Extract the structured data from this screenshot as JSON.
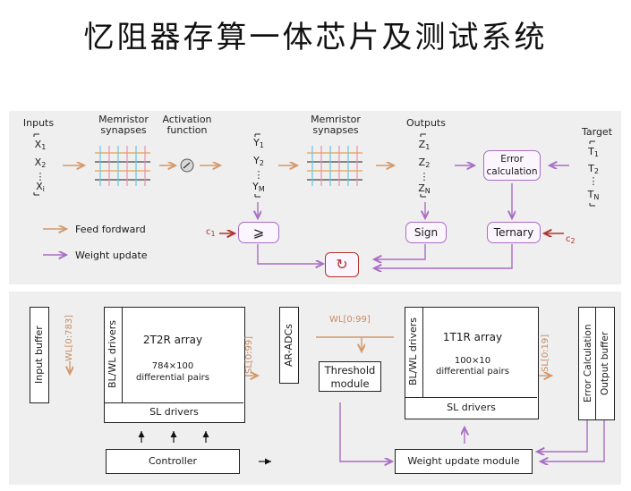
{
  "title": "忆阻器存算一体芯片及测试系统",
  "top": {
    "inputs_label": "Inputs",
    "inputs": [
      "X",
      "X",
      "X"
    ],
    "input_subs": [
      "1",
      "2",
      "i"
    ],
    "synapses1_label": "Memristor synapses",
    "activation_label": "Activation function",
    "outputs_y": [
      "Y",
      "Y",
      "Y"
    ],
    "y_subs": [
      "1",
      "2",
      "M"
    ],
    "synapses2_label": "Memristor synapses",
    "outputs_label": "Outputs",
    "outputs_z": [
      "Z",
      "Z",
      "Z"
    ],
    "z_subs": [
      "1",
      "2",
      "N"
    ],
    "error_calc": "Error calculation",
    "target_label": "Target",
    "targets": [
      "T",
      "T",
      "T"
    ],
    "t_subs": [
      "1",
      "2",
      "N"
    ],
    "compare": "⩾",
    "sign": "Sign",
    "ternary": "Ternary",
    "c1": "c",
    "c1_sub": "1",
    "c2": "c",
    "c2_sub": "2",
    "legend_ff": "Feed fordward",
    "legend_wu": "Weight update"
  },
  "bottom": {
    "input_buffer": "Input buffer",
    "wl_783": "WL[0:783]",
    "blwl1": "BL/WL drivers",
    "array1_title": "2T2R array",
    "array1_sub1": "784×100",
    "array1_sub2": "differential pairs",
    "sl_drivers1": "SL drivers",
    "sl_99": "SL[0:99]",
    "ar_adcs": "AR-ADCs",
    "wl_99": "WL[0:99]",
    "threshold": "Threshold module",
    "blwl2": "BL/WL drivers",
    "array2_title": "1T1R array",
    "array2_sub1": "100×10",
    "array2_sub2": "differential pairs",
    "sl_drivers2": "SL drivers",
    "sl_19": "SL[0:19]",
    "error_calculation": "Error Calculation",
    "output_buffer": "Output buffer",
    "controller": "Controller",
    "weight_update_module": "Weight update module"
  },
  "colors": {
    "feed_forward": "#d4996b",
    "weight_update": "#a86ec4",
    "c_arrow": "#b0322d",
    "stripe_pink": "#f5b8cf",
    "stripe_blue": "#a9dff3"
  }
}
